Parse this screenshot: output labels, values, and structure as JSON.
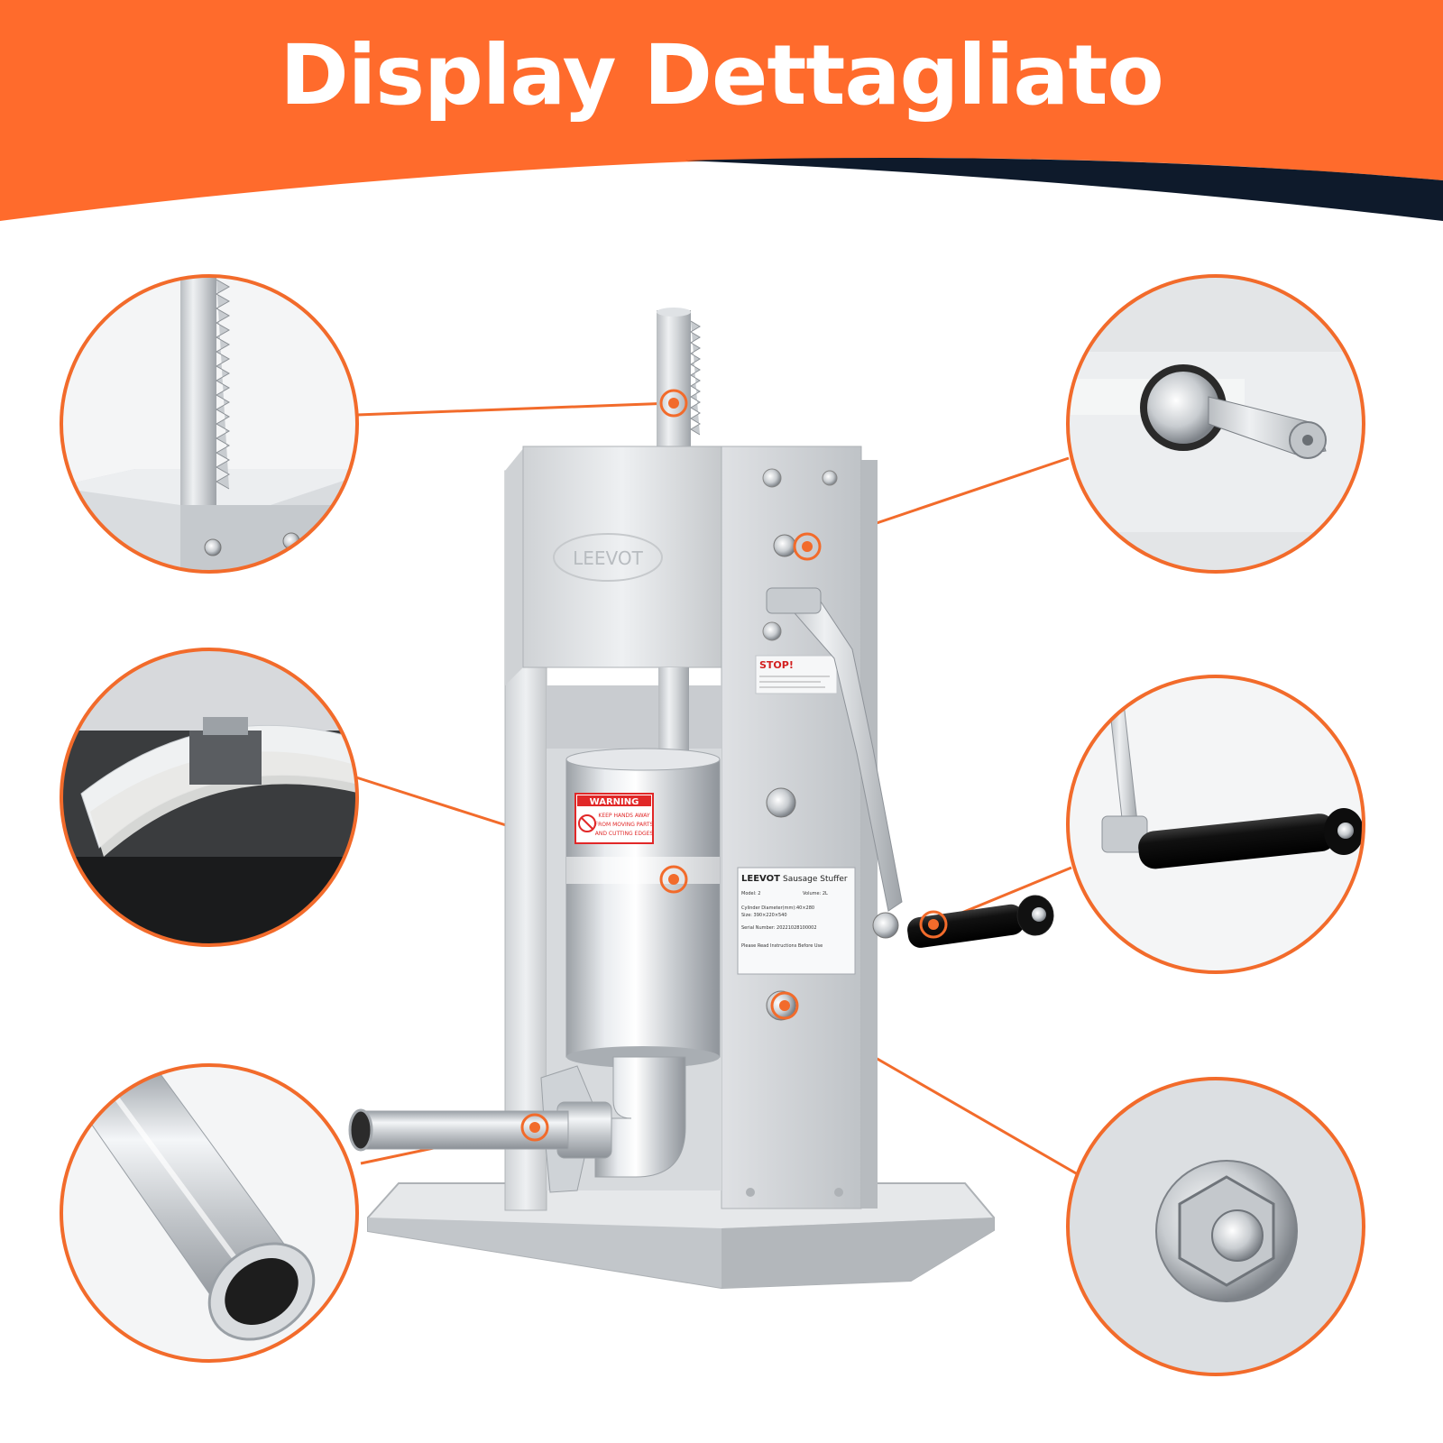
{
  "header": {
    "title": "Display Dettagliato",
    "bg_color": "#FF6B2C",
    "accent_dark": "#0E1A2B"
  },
  "product": {
    "brand": "LEEVOT",
    "stop_label": "STOP!",
    "warning_title": "WARNING",
    "warning_text_1": "KEEP HANDS AWAY",
    "warning_text_2": "FROM MOVING PARTS",
    "warning_text_3": "AND CUTTING EDGES",
    "spec_brand": "LEEVOT",
    "spec_title": "Sausage Stuffer",
    "spec_model": "Model: 2",
    "spec_volume": "Volume: 2L",
    "spec_cylinder": "Cylinder Diameter(mm):40×280",
    "spec_size": "Size: 390×220×540",
    "spec_serial": "Serial Number: 20221028100002",
    "spec_note": "Please Read Instructions Before Use"
  },
  "callouts": [
    {
      "id": "rack-rod",
      "detail": "toothed-rack-rod"
    },
    {
      "id": "gear-shaft",
      "detail": "splined-gear-shaft"
    },
    {
      "id": "piston-seal",
      "detail": "piston-seal-ring"
    },
    {
      "id": "crank-handle",
      "detail": "crank-handle-grip"
    },
    {
      "id": "filling-tube",
      "detail": "stainless-filling-tube"
    },
    {
      "id": "hex-bolt",
      "detail": "hex-nut-bolt"
    }
  ],
  "colors": {
    "callout_orange": "#F26B2B",
    "steel_light": "#E8EAEC",
    "steel_mid": "#C4C8CC",
    "steel_dark": "#8E9399",
    "handle_black": "#151515"
  }
}
